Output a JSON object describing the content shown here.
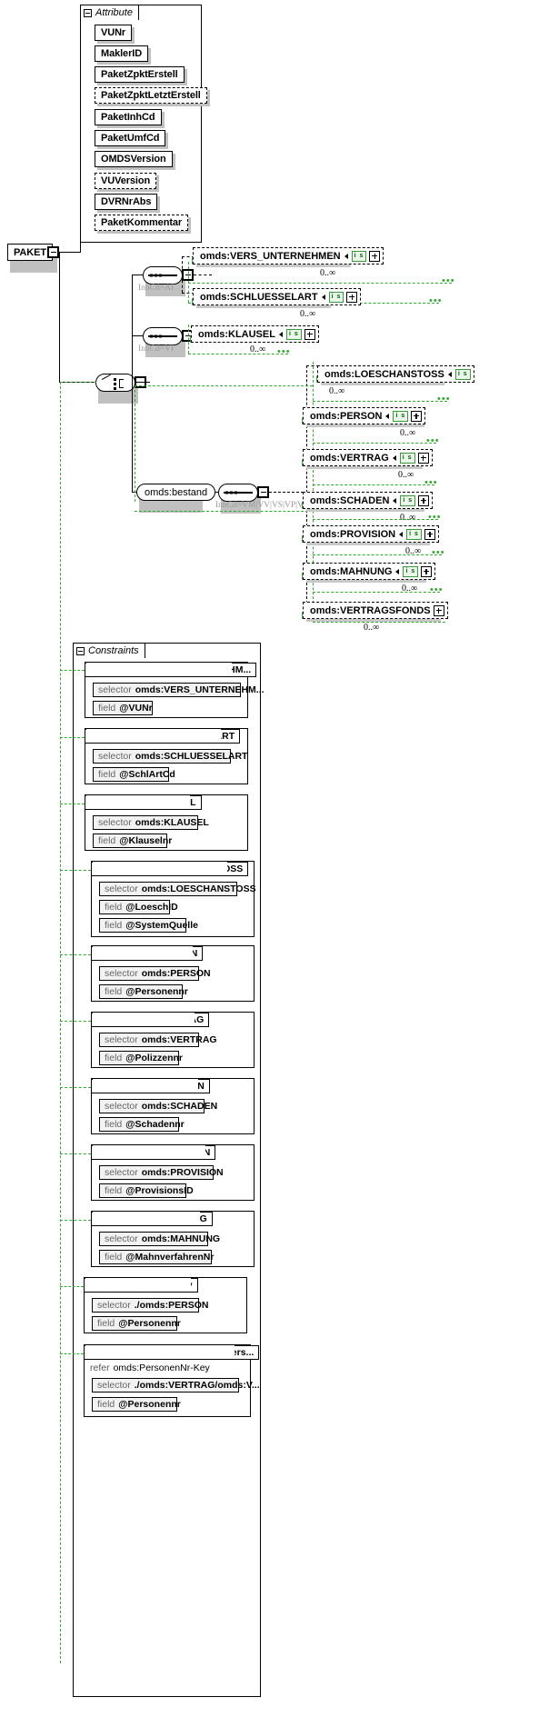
{
  "root": {
    "label": "PAKET"
  },
  "attribute_group": {
    "title": "Attribute",
    "collapse_icon": "minus-icon",
    "items": [
      {
        "label": "VUNr",
        "optional": false
      },
      {
        "label": "MaklerID",
        "optional": false
      },
      {
        "label": "PaketZpktErstell",
        "optional": false
      },
      {
        "label": "PaketZpktLetztErstell",
        "optional": true
      },
      {
        "label": "PaketInhCd",
        "optional": false
      },
      {
        "label": "PaketUmfCd",
        "optional": false
      },
      {
        "label": "OMDSVersion",
        "optional": false
      },
      {
        "label": "VUVersion",
        "optional": true
      },
      {
        "label": "DVRNrAbs",
        "optional": false
      },
      {
        "label": "PaketKommentar",
        "optional": true
      }
    ]
  },
  "content_model": {
    "choice_icon": "choice-compositor-icon",
    "sequences": [
      {
        "id": "seq-ai",
        "label": "InhCd=AI",
        "icon": "sequence-compositor-icon"
      },
      {
        "id": "seq-vi",
        "label": "InhCd=VI",
        "icon": "sequence-compositor-icon"
      },
      {
        "id": "seq-bestand",
        "label": "InhCd=VM|VV|VS|VP|VK",
        "icon": "sequence-compositor-icon"
      }
    ],
    "bestand_node": {
      "label": "omds:bestand"
    },
    "elements": [
      {
        "id": "vers-unternehmen",
        "label": "omds:VERS_UNTERNEHMEN",
        "badge": "i s",
        "cardinality": "0..∞",
        "has_plus": true,
        "group": "seq-ai"
      },
      {
        "id": "schluesselart",
        "label": "omds:SCHLUESSELART",
        "badge": "i s",
        "cardinality": "0..∞",
        "has_plus": true,
        "group": "seq-ai"
      },
      {
        "id": "klausel",
        "label": "omds:KLAUSEL",
        "badge": "i s",
        "cardinality": "0..∞",
        "has_plus": true,
        "group": "seq-vi"
      },
      {
        "id": "loeschanstoss",
        "label": "omds:LOESCHANSTOSS",
        "badge": "i s",
        "cardinality": "0..∞",
        "has_plus": true,
        "group": "seq-bestand"
      },
      {
        "id": "person",
        "label": "omds:PERSON",
        "badge": "i s",
        "cardinality": "0..∞",
        "has_plus": true,
        "group": "seq-bestand"
      },
      {
        "id": "vertrag",
        "label": "omds:VERTRAG",
        "badge": "i s",
        "cardinality": "0..∞",
        "has_plus": true,
        "group": "seq-bestand"
      },
      {
        "id": "schaden",
        "label": "omds:SCHADEN",
        "badge": "i s",
        "cardinality": "0..∞",
        "has_plus": true,
        "group": "seq-bestand"
      },
      {
        "id": "provision",
        "label": "omds:PROVISION",
        "badge": "i s",
        "cardinality": "0..∞",
        "has_plus": true,
        "group": "seq-bestand"
      },
      {
        "id": "mahnung",
        "label": "omds:MAHNUNG",
        "badge": "i s",
        "cardinality": "0..∞",
        "has_plus": true,
        "group": "seq-bestand"
      },
      {
        "id": "vertragsfonds",
        "label": "omds:VERTRAGSFONDS",
        "badge": "",
        "cardinality": "0..∞",
        "has_plus": true,
        "group": "seq-bestand"
      }
    ]
  },
  "constraints_group": {
    "title": "Constraints",
    "collapse_icon": "minus-icon",
    "items": [
      {
        "kind": "unique",
        "name": "PK_VERS_UNTERNEHM...",
        "rows": [
          {
            "kw": "selector",
            "value": "omds:VERS_UNTERNEHM..."
          },
          {
            "kw": "field",
            "value": "@VUNr"
          }
        ]
      },
      {
        "kind": "unique",
        "name": "PK_SCHLUESSELART",
        "rows": [
          {
            "kw": "selector",
            "value": "omds:SCHLUESSELART"
          },
          {
            "kw": "field",
            "value": "@SchlArtCd"
          }
        ]
      },
      {
        "kind": "unique",
        "name": "PK_KLAUSEL",
        "rows": [
          {
            "kw": "selector",
            "value": "omds:KLAUSEL"
          },
          {
            "kw": "field",
            "value": "@Klauselnr"
          }
        ]
      },
      {
        "kind": "unique",
        "name": "PK_LOESCHANSTOSS",
        "rows": [
          {
            "kw": "selector",
            "value": "omds:LOESCHANSTOSS"
          },
          {
            "kw": "field",
            "value": "@LoeschID"
          },
          {
            "kw": "field",
            "value": "@SystemQuelle"
          }
        ]
      },
      {
        "kind": "unique",
        "name": "PK_PERSON",
        "rows": [
          {
            "kw": "selector",
            "value": "omds:PERSON"
          },
          {
            "kw": "field",
            "value": "@Personennr"
          }
        ]
      },
      {
        "kind": "unique",
        "name": "PK_VERTRAG",
        "rows": [
          {
            "kw": "selector",
            "value": "omds:VERTRAG"
          },
          {
            "kw": "field",
            "value": "@Polizzennr"
          }
        ]
      },
      {
        "kind": "unique",
        "name": "PK_SCHADEN",
        "rows": [
          {
            "kw": "selector",
            "value": "omds:SCHADEN"
          },
          {
            "kw": "field",
            "value": "@Schadennr"
          }
        ]
      },
      {
        "kind": "unique",
        "name": "PK_PROVISION",
        "rows": [
          {
            "kw": "selector",
            "value": "omds:PROVISION"
          },
          {
            "kw": "field",
            "value": "@ProvisionsID"
          }
        ]
      },
      {
        "kind": "unique",
        "name": "PK_MAHNUNG",
        "rows": [
          {
            "kw": "selector",
            "value": "omds:MAHNUNG"
          },
          {
            "kw": "field",
            "value": "@MahnverfahrenNr"
          }
        ]
      },
      {
        "kind": "key",
        "name": "PersonenNr-Key",
        "rows": [
          {
            "kw": "selector",
            "value": "./omds:PERSON"
          },
          {
            "kw": "field",
            "value": "@Personennr"
          }
        ]
      },
      {
        "kind": "keyref",
        "name": "VERTRAGSPERSON-Pers...",
        "refer": {
          "kw": "refer",
          "value": "omds:PersonenNr-Key"
        },
        "rows": [
          {
            "kw": "selector",
            "value": "./omds:VERTRAG/omds:V..."
          },
          {
            "kw": "field",
            "value": "@Personennr"
          }
        ]
      }
    ]
  },
  "colors": {
    "green": "#34a832",
    "shadow": "#c0c0c0",
    "field_bg": "#f2f2f2",
    "label_grey": "#9a9a9a"
  }
}
